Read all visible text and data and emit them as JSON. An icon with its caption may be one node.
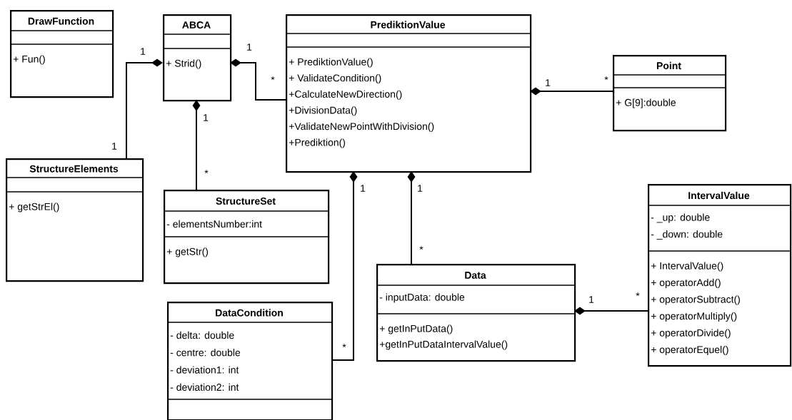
{
  "diagram": {
    "nodes": [
      {
        "text": [
          "DrawFunction",
          "+ Fun()"
        ]
      },
      {
        "text": [
          "ABCA",
          "+ Strid()"
        ]
      },
      {
        "text": [
          "PrediktionValue",
          "+ PrediktionValue()",
          "+ ValidateCondition()",
          "+CalculateNewDirection()",
          "+DivisionData()",
          "+ValidateNewPointWithDivision()",
          "+Prediktion()"
        ]
      },
      {
        "text": [
          "Point",
          "+ G[9]:double"
        ]
      },
      {
        "text": [
          "StructureElements",
          "+ getStrEl()"
        ]
      },
      {
        "text": [
          "StructureSet",
          "- elementsNumber:int",
          "+ getStr()"
        ]
      },
      {
        "text": [
          "DataCondition",
          "- delta: double",
          "- centre: double",
          "- deviation1: int",
          "- deviation2: int"
        ]
      },
      {
        "text": [
          "IntervalValue",
          "- _up: double",
          "- _down: double",
          "+ IntervalValue()",
          "+ operatorAdd()",
          "+ operatorSubtract()",
          "+ operatorMultiply()",
          "+ operatorDivide()",
          "+ operatorEquel()"
        ]
      },
      {
        "text": [
          "Data",
          "- inputData: double",
          "+ getInPutData()",
          "+getInPutDataIntervalValue()"
        ]
      }
    ],
    "edges": [
      {
        "from": 1,
        "to": 4,
        "arrow": "other"
      },
      {
        "from": 1,
        "to": 5,
        "arrow": "other"
      },
      {
        "from": 1,
        "to": 2,
        "arrow": "other"
      },
      {
        "from": 2,
        "to": 3,
        "arrow": "other"
      },
      {
        "from": 2,
        "to": 6,
        "arrow": "other"
      },
      {
        "from": 2,
        "to": 8,
        "arrow": "other"
      },
      {
        "from": 8,
        "to": 7,
        "arrow": "other"
      }
    ],
    "labels": [
      "1",
      "1",
      "1",
      "*",
      "1",
      "*",
      "1",
      "*",
      "1",
      "*",
      "1",
      "*",
      "1",
      "*"
    ]
  }
}
